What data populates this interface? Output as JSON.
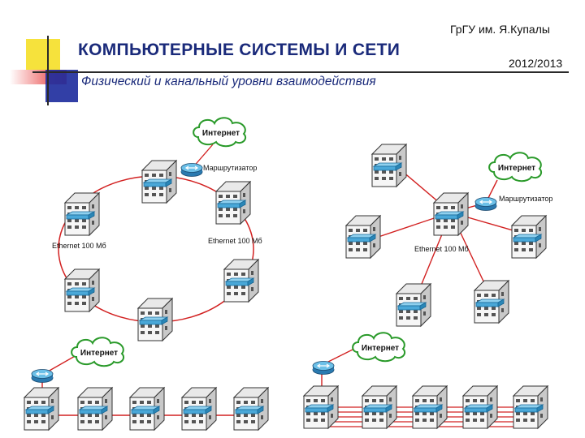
{
  "header": {
    "title": "КОМПЬЮТЕРНЫЕ СИСТЕМЫ  И СЕТИ",
    "subtitle": "Физический и канальный уровни взаимодействия",
    "university": "ГрГУ им. Я.Купалы",
    "year": "2012/2013"
  },
  "diagrams": {
    "ring": {
      "cloud_label": "Интернет",
      "router_label": "Маршрутизатор",
      "ethernet_left": "Ethernet 100 Мб",
      "ethernet_right": "Ethernet 100 Мб"
    },
    "star": {
      "cloud_label": "Интернет",
      "router_label": "Маршрутизатор",
      "ethernet": "Ethernet 100 Мб"
    },
    "bus_left": {
      "cloud_label": "Интернет"
    },
    "bus_right": {
      "cloud_label": "Интернет"
    }
  },
  "colors": {
    "title": "#1a2a7a",
    "link": "#d22020",
    "switch": "#4aa8d8",
    "cloud_border": "#2a9a2a"
  }
}
